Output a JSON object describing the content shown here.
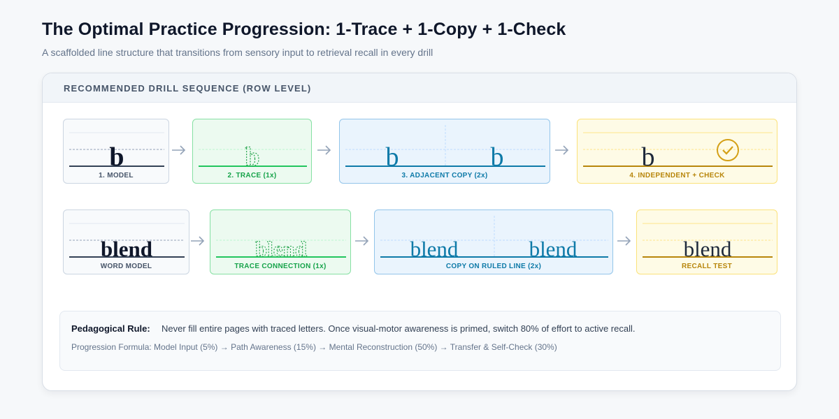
{
  "header": {
    "title": "The Optimal Practice Progression: 1-Trace + 1-Copy + 1-Check",
    "subtitle": "A scaffolded line structure that transitions from sensory input to retrieval recall in every drill"
  },
  "panel": {
    "heading": "RECOMMENDED DRILL SEQUENCE (ROW LEVEL)"
  },
  "letter_row": {
    "glyph": "b",
    "steps": [
      {
        "caption": "1. MODEL"
      },
      {
        "caption": "2. TRACE (1x)"
      },
      {
        "caption": "3. ADJACENT COPY (2x)"
      },
      {
        "caption": "4. INDEPENDENT + CHECK"
      }
    ]
  },
  "word_row": {
    "glyph": "blend",
    "steps": [
      {
        "caption": "WORD MODEL"
      },
      {
        "caption": "TRACE CONNECTION (1x)"
      },
      {
        "caption": "COPY ON RULED LINE (2x)"
      },
      {
        "caption": "RECALL TEST"
      }
    ]
  },
  "rule": {
    "label": "Pedagogical Rule:",
    "text": "Never fill entire pages with traced letters. Once visual-motor awareness is primed, switch 80% of effort to active recall.",
    "formula": "Progression Formula: Model Input (5%) → Path Awareness (15%) → Mental Reconstruction (50%) → Transfer & Self-Check (30%)"
  },
  "colors": {
    "model": "#475569",
    "trace": "#16a34a",
    "copy": "#0e7aa8",
    "check": "#b8860b"
  },
  "icons": [
    "arrow-right-icon",
    "checkmark-circle-icon"
  ]
}
